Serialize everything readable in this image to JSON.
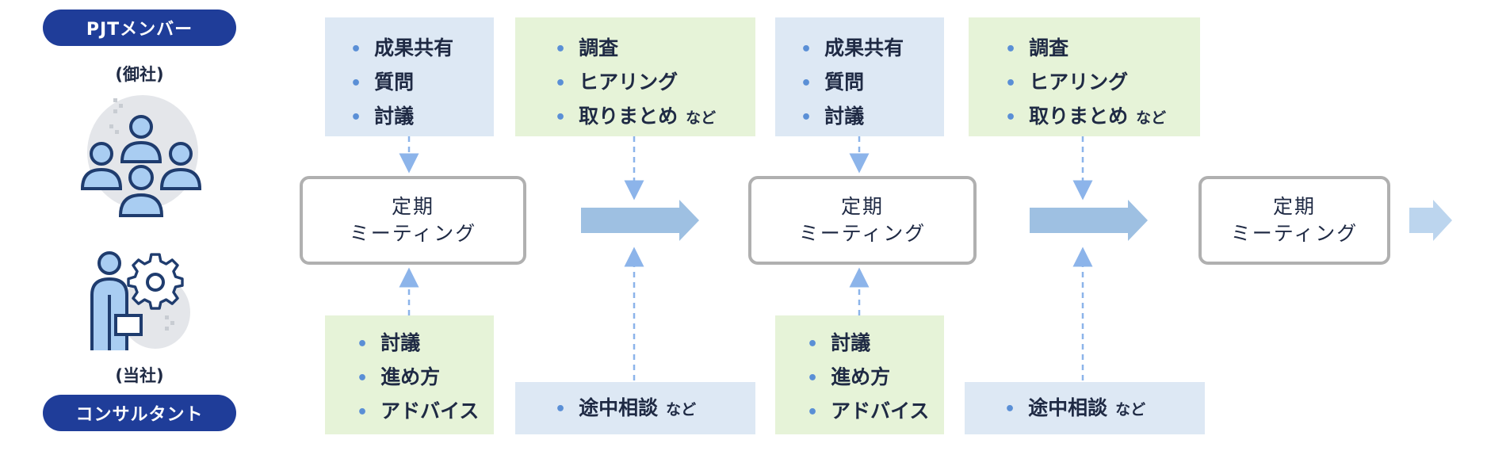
{
  "roles": {
    "pjt_label": "PJTメンバー",
    "pjt_company": "(御社)",
    "consultant_label": "コンサルタント",
    "consultant_company": "(当社)"
  },
  "meeting": {
    "line1": "定期",
    "line2": "ミーティング"
  },
  "nado": "など",
  "top_boxes": [
    {
      "items": [
        "成果共有",
        "質問",
        "討議"
      ]
    },
    {
      "items": [
        "調査",
        "ヒアリング",
        "取りまとめ"
      ]
    },
    {
      "items": [
        "成果共有",
        "質問",
        "討議"
      ]
    },
    {
      "items": [
        "調査",
        "ヒアリング",
        "取りまとめ"
      ]
    }
  ],
  "bottom_boxes": [
    {
      "items": [
        "討議",
        "進め方",
        "アドバイス"
      ]
    },
    {
      "items": [
        "途中相談"
      ]
    },
    {
      "items": [
        "討議",
        "進め方",
        "アドバイス"
      ]
    },
    {
      "items": [
        "途中相談"
      ]
    }
  ],
  "colors": {
    "pill": "#1f3d99",
    "blue_box": "#dde8f4",
    "green_box": "#e6f3d8",
    "arrow": "#9ec0e2",
    "dashed": "#8cb4ea",
    "meeting_border": "#b0b0b0"
  }
}
